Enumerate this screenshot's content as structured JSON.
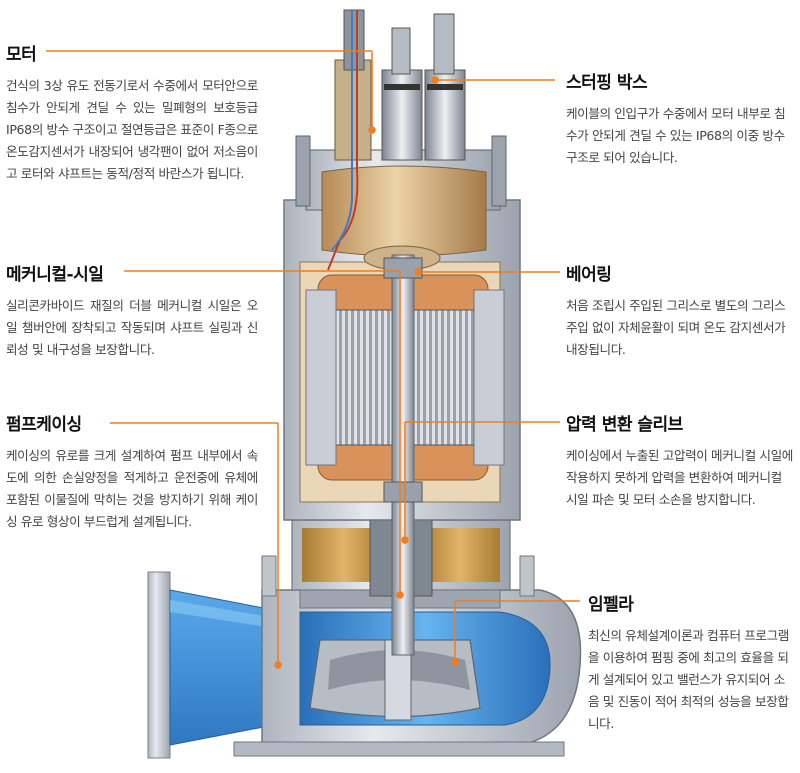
{
  "callouts": {
    "motor": {
      "title": "모터",
      "text": "건식의 3상 유도 전동기로서 수중에서 모터안으로 침수가 안되게 견딜 수 있는 밀폐형의 보호등급 IP68의 방수 구조이고 절연등급은 표준이 F종으로 온도감지센서가 내장되어 냉각팬이 없어 저소음이고 로터와 샤프트는 동적/정적 바란스가 됩니다."
    },
    "seal": {
      "title": "메커니컬-시일",
      "text": "실리콘카바이드 재질의 더블 메커니컬 시일은 오일 챔버안에 장착되고 작동되며 샤프트 실링과 신뢰성 및 내구성을 보장합니다."
    },
    "casing": {
      "title": "펌프케이싱",
      "text": "케이싱의 유로를 크게 설계하여 펌프 내부에서 속도에 의한 손실양정을 적게하고 운전중에 유체에 포함된 이물질에 막히는 것을 방지하기 위해 케이싱 유로 형상이 부드럽게 설계됩니다."
    },
    "stuffing": {
      "title": "스터핑 박스",
      "text": "케이블의 인입구가 수중에서 모터 내부로 침수가 안되게 견딜 수 있는 IP68의 이중 방수 구조로 되어 있습니다."
    },
    "bearing": {
      "title": "베어링",
      "text": "처음 조립시 주입된 그리스로 별도의 그리스 주입 없이 자체윤활이 되며 온도 감지센서가 내장됩니다."
    },
    "sleeve": {
      "title": "압력 변환 슬리브",
      "text": "케이싱에서 누출된 고압력이 메커니컬 시일에 작용하지 못하게 압력을 변환하여 메커니컬 시일 파손 및 모터 소손을 방지합니다."
    },
    "impeller": {
      "title": "임펠라",
      "text": "최신의 유체설계이론과 컴퓨터 프로그램을 이용하여 펌핑 중에 최고의 효율을 되게 설계되어 있고 밸런스가 유지되어 소음 및 진동이 적어 최적의 성능을 보장합니다."
    }
  },
  "colors": {
    "leader": "#f07d1f",
    "casing_blue": "#3f8fd6",
    "stator_copper": "#d9935a",
    "body_grey": "#cfd3da",
    "oil_chamber": "#c99a4a"
  }
}
